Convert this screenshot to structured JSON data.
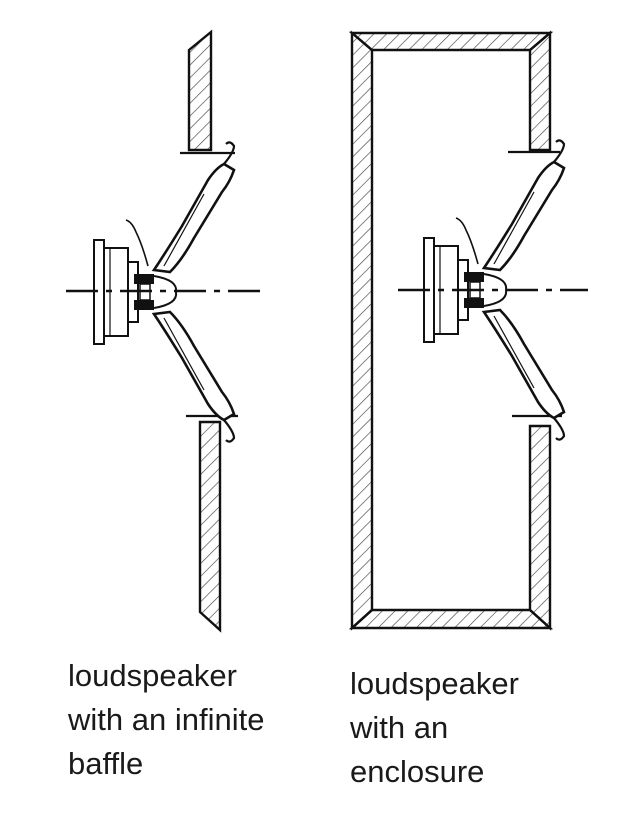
{
  "diagrams": [
    {
      "caption_lines": [
        "loudspeaker",
        "with an infinite",
        "baffle"
      ]
    },
    {
      "caption_lines": [
        "loudspeaker",
        "with an",
        "enclosure"
      ]
    }
  ]
}
